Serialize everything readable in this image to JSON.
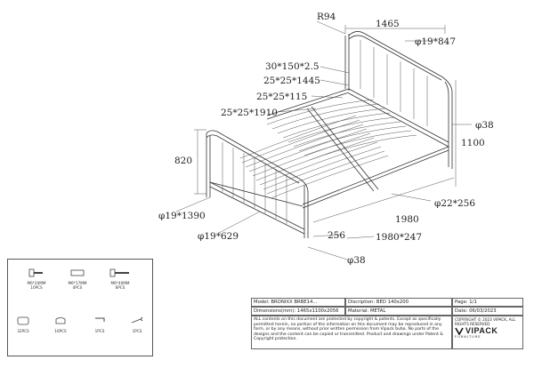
{
  "dimensions": {
    "r94": "R94",
    "top_width": "1465",
    "headboard_post": "φ19*847",
    "plate": "30*150*2.5",
    "tube_top": "25*25*1445",
    "tube_mid": "25*25*115",
    "tube_side": "25*25*1910",
    "leg_dia_right": "φ38",
    "head_height": "1100",
    "foot_height": "820",
    "slat_tube": "φ22*256",
    "foot_rail": "φ19*1390",
    "length": "1980",
    "foot_post": "φ19*629",
    "side_leg": "256",
    "length_rail": "1980*247",
    "leg_dia_bottom": "φ38"
  },
  "parts": [
    {
      "label": "M6*20MM",
      "qty": "10PCS",
      "icon": "bolt-short-icon"
    },
    {
      "label": "M6*17MM",
      "qty": "4PCS",
      "icon": "barrel-nut-icon"
    },
    {
      "label": "M6*40MM",
      "qty": "6PCS",
      "icon": "bolt-long-icon"
    },
    {
      "label": "",
      "qty": "32PCS",
      "icon": "end-cap-icon"
    },
    {
      "label": "",
      "qty": "16PCS",
      "icon": "foot-pad-icon"
    },
    {
      "label": "",
      "qty": "1PCS",
      "icon": "allen-key-icon"
    },
    {
      "label": "",
      "qty": "1PCS",
      "icon": "wrench-icon"
    }
  ],
  "info": {
    "model": "Model: BRONIXX BRBE14...",
    "description": "Discription: BED 140x200",
    "page": "Page: 1/1",
    "dimensions": "Dimensions(mm): 1465x1100x2056",
    "material": "Material: METAL",
    "date": "Date: 06/03/2023",
    "notice": "ALL contents on this document are protected by copyright & patents. Except as specifically permitted herein, no portion of the information on this document may be reproduced in any form, or by any means, without prior written permission from Vipack bvba. No parts of the designs and the content can be copied or transmitted. Product and drawings under Patent & Copyright protection.",
    "copyright": "COPYRIGHT © 2023 VIPACK, ALL RIGHTS RESERVED",
    "brand": "VIPACK",
    "brand_tagline": "FURNITURE"
  }
}
